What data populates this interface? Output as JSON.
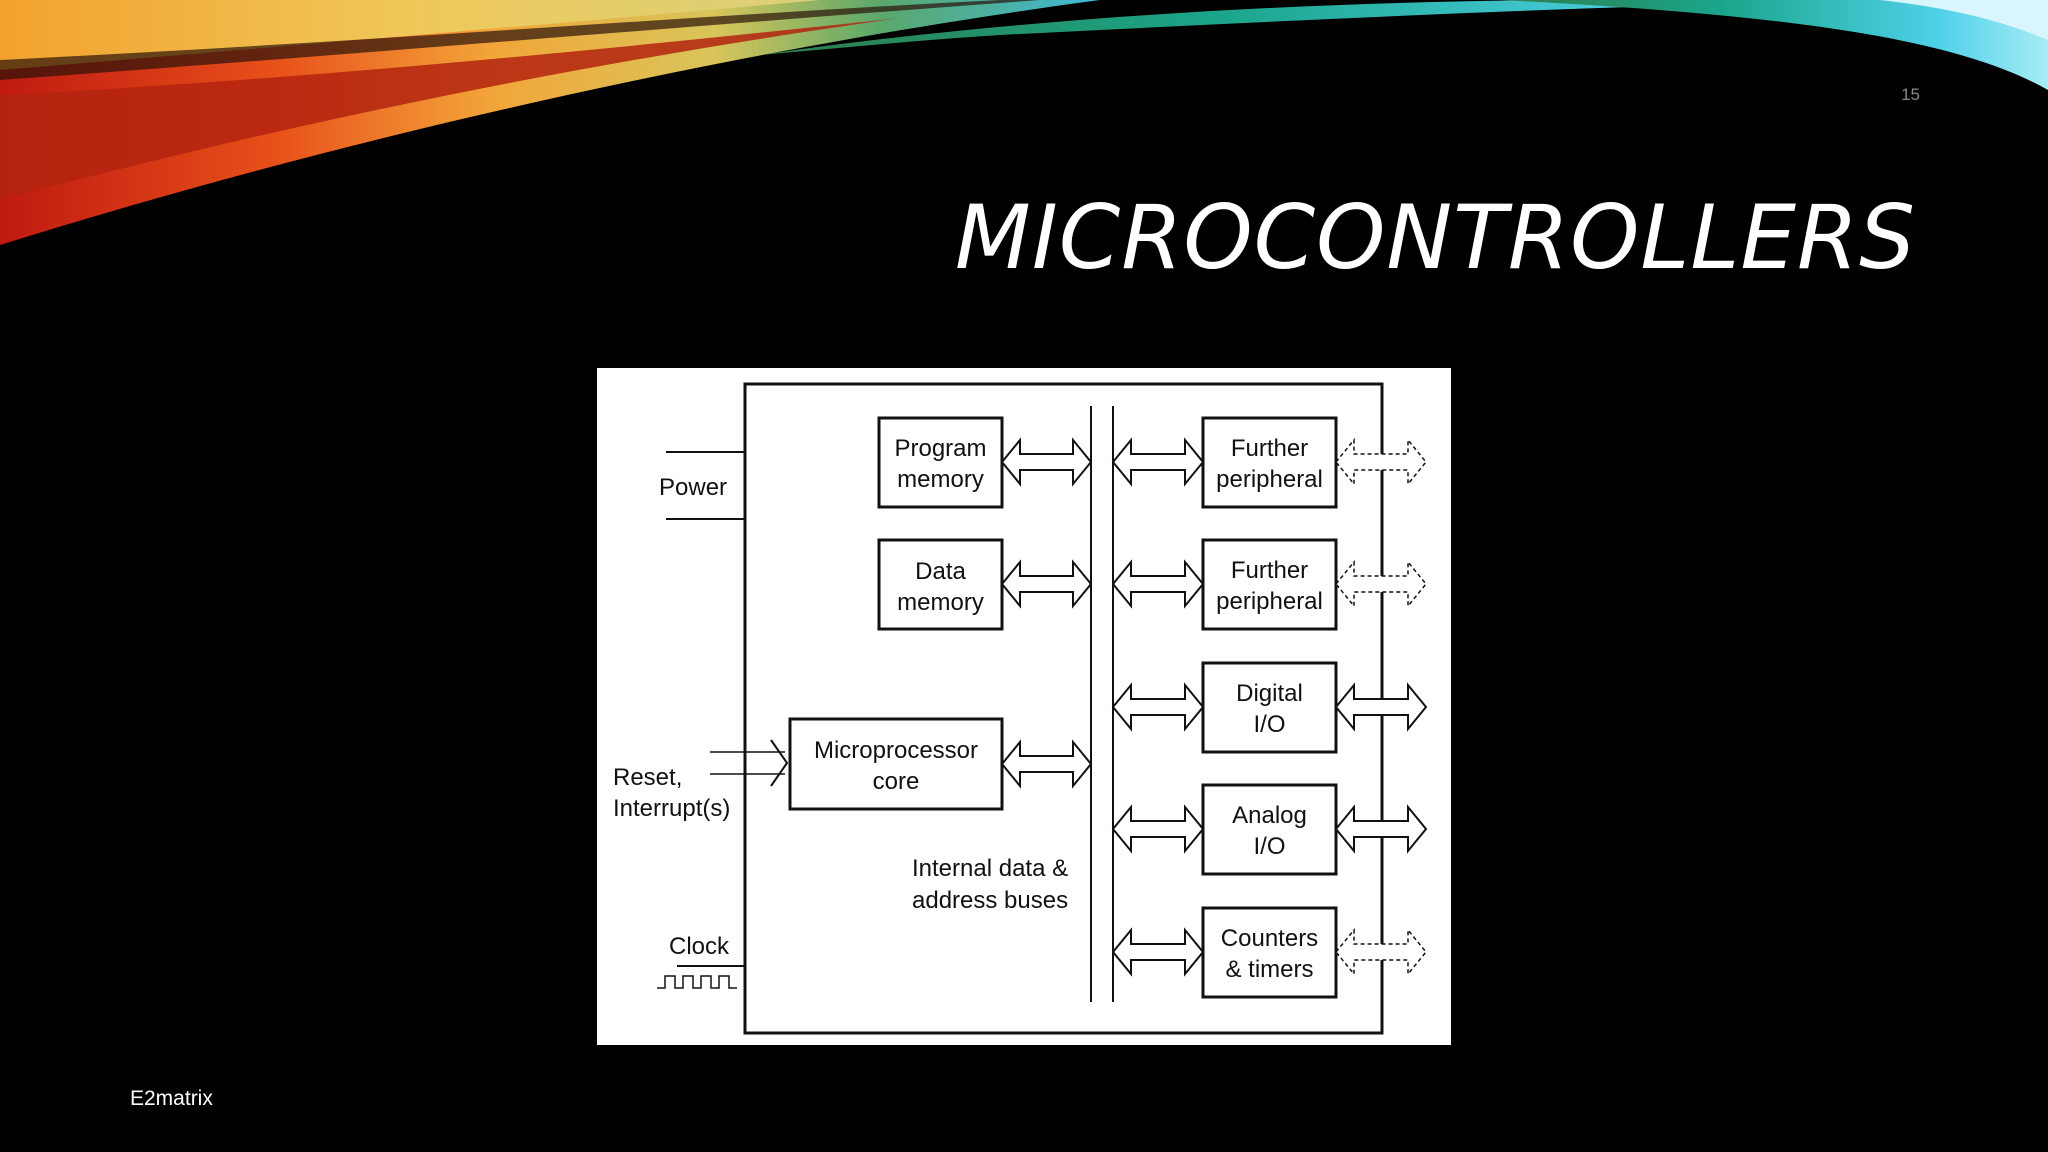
{
  "slide": {
    "number": "15",
    "title": "MICROCONTROLLERS",
    "footer": "E2matrix"
  },
  "diagram": {
    "external_inputs": {
      "power": "Power",
      "reset_line1": "Reset,",
      "reset_line2": "Interrupt(s)",
      "clock": "Clock"
    },
    "internal_blocks": {
      "program_memory": [
        "Program",
        "memory"
      ],
      "data_memory": [
        "Data",
        "memory"
      ],
      "microprocessor_core": [
        "Microprocessor",
        "core"
      ]
    },
    "bus_label": [
      "Internal data &",
      "address buses"
    ],
    "peripherals": [
      {
        "line1": "Further",
        "line2": "peripheral"
      },
      {
        "line1": "Further",
        "line2": "peripheral"
      },
      {
        "line1": "Digital",
        "line2": "I/O"
      },
      {
        "line1": "Analog",
        "line2": "I/O"
      },
      {
        "line1": "Counters",
        "line2": "& timers"
      }
    ]
  }
}
